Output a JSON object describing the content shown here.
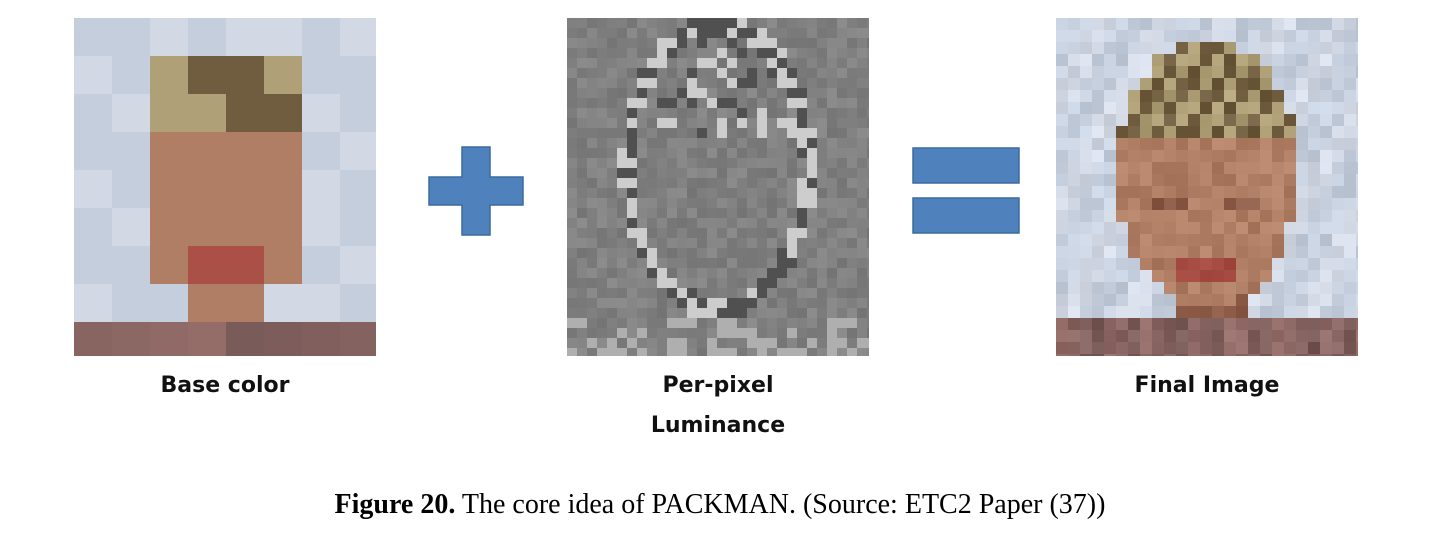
{
  "panels": {
    "base": {
      "label": "Base color"
    },
    "luminance": {
      "label_line1": "Per-pixel",
      "label_line2": "Luminance"
    },
    "final": {
      "label": "Final Image"
    }
  },
  "operators": {
    "plus_icon": "plus-icon",
    "equals_icon": "equals-icon",
    "color": "#4F81BD",
    "stroke": "#3A6A9E"
  },
  "caption": {
    "figure_label": "Figure 20.",
    "text": " The core idea of PACKMAN. (Source: ETC2 Paper (37))"
  }
}
